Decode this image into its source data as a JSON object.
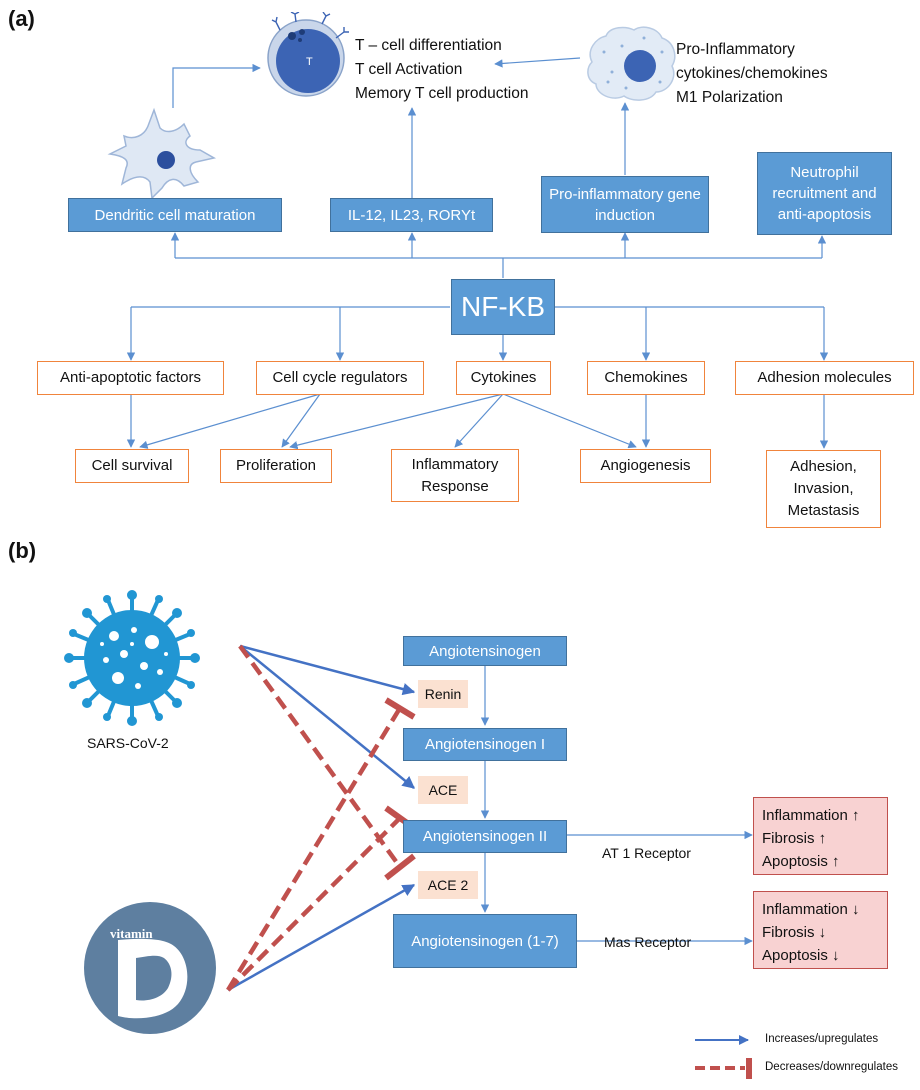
{
  "panel_a": {
    "label": "(a)",
    "top_text": {
      "tcell_lines": [
        "T – cell differentiation",
        "T cell Activation",
        "Memory T cell production"
      ],
      "macro_lines": [
        "Pro-Inflammatory",
        "cytokines/chemokines",
        "M1 Polarization"
      ],
      "tcell_letter": "T"
    },
    "blue_boxes": {
      "dendritic": "Dendritic cell maturation",
      "il12": "IL-12, IL23, RORYt",
      "proinf": "Pro-inflammatory gene induction",
      "neutrophil": "Neutrophil recruitment and anti-apoptosis"
    },
    "nfkb": "NF-KB",
    "targets": {
      "anti_apoptotic": "Anti-apoptotic factors",
      "cell_cycle": "Cell cycle regulators",
      "cytokines": "Cytokines",
      "chemokines": "Chemokines",
      "adhesion_molecules": "Adhesion molecules"
    },
    "outcomes": {
      "cell_survival": "Cell survival",
      "proliferation": "Proliferation",
      "inflammatory": "Inflammatory\nResponse",
      "angiogenesis": "Angiogenesis",
      "adhesion": "Adhesion,\nInvasion,\nMetastasis"
    }
  },
  "panel_b": {
    "label": "(b)",
    "virus_label": "SARS-CoV-2",
    "vitamin_text": "vitamin",
    "vitamin_letter": "D",
    "pathway": {
      "angiotensinogen": "Angiotensinogen",
      "ang_i": "Angiotensinogen I",
      "ang_ii": "Angiotensinogen II",
      "ang_17": "Angiotensinogen (1-7)"
    },
    "enzymes": {
      "renin": "Renin",
      "ace": "ACE",
      "ace2": "ACE 2"
    },
    "receptors": {
      "at1": "AT 1 Receptor",
      "mas": "Mas Receptor"
    },
    "effects_up": [
      "Inflammation ↑",
      "Fibrosis ↑",
      "Apoptosis ↑"
    ],
    "effects_down": [
      "Inflammation ↓",
      "Fibrosis ↓",
      "Apoptosis ↓"
    ],
    "legend": {
      "increase": "Increases/upregulates",
      "decrease": "Decreases/downregulates"
    },
    "colors": {
      "increase": "#4472c4",
      "decrease": "#c0504d"
    }
  }
}
